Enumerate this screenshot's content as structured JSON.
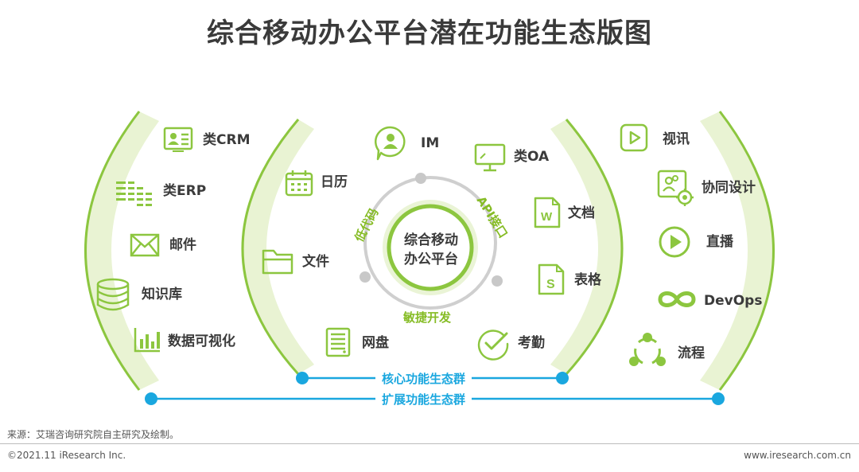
{
  "title": "综合移动办公平台潜在功能生态版图",
  "core": {
    "line1": "综合移动",
    "line2": "办公平台"
  },
  "ring_labels": {
    "left": "低代码",
    "right": "API接口",
    "bottom": "敏捷开发"
  },
  "outer_left": [
    {
      "label": "类CRM",
      "icon": "crm-card-icon"
    },
    {
      "label": "类ERP",
      "icon": "erp-grid-icon"
    },
    {
      "label": "邮件",
      "icon": "mail-icon"
    },
    {
      "label": "知识库",
      "icon": "database-icon"
    },
    {
      "label": "数据可视化",
      "icon": "bar-chart-icon"
    }
  ],
  "inner_left": [
    {
      "label": "日历",
      "icon": "calendar-icon"
    },
    {
      "label": "文件",
      "icon": "folder-icon"
    },
    {
      "label": "网盘",
      "icon": "server-icon"
    }
  ],
  "inner_top": [
    {
      "label": "IM",
      "icon": "chat-user-icon"
    },
    {
      "label": "类OA",
      "icon": "monitor-icon"
    }
  ],
  "inner_right": [
    {
      "label": "文档",
      "icon": "word-doc-icon"
    },
    {
      "label": "表格",
      "icon": "sheet-doc-icon"
    },
    {
      "label": "考勤",
      "icon": "check-circle-icon"
    }
  ],
  "outer_right": [
    {
      "label": "视讯",
      "icon": "video-play-icon"
    },
    {
      "label": "协同设计",
      "icon": "design-collab-icon"
    },
    {
      "label": "直播",
      "icon": "live-play-icon"
    },
    {
      "label": "DevOps",
      "icon": "infinity-icon"
    },
    {
      "label": "流程",
      "icon": "flow-cycle-icon"
    }
  ],
  "bars": {
    "inner": "核心功能生态群",
    "outer": "扩展功能生态群"
  },
  "footer": {
    "source": "来源：艾瑞咨询研究院自主研究及绘制。",
    "copyright": "©2021.11 iResearch Inc.",
    "site": "www.iresearch.com.cn"
  },
  "colors": {
    "green": "#8cc63f",
    "light_green": "#e9f3d3",
    "blue": "#1aa7df",
    "gray": "#c8c8c8"
  }
}
